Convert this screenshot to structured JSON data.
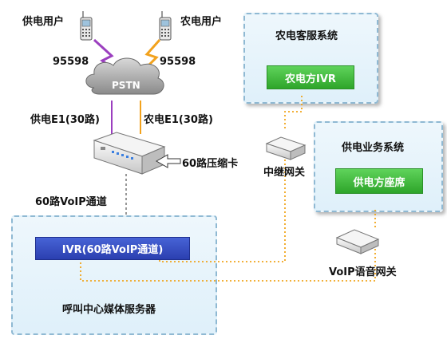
{
  "users": {
    "power_user": "供电用户",
    "agri_user": "农电用户",
    "power_number": "95598",
    "agri_number": "95598"
  },
  "pstn_label": "PSTN",
  "trunks": {
    "power_e1": "供电E1(30路)",
    "agri_e1": "农电E1(30路)"
  },
  "compression_card": "60路压缩卡",
  "voip_channel": "60路VoIP通道",
  "agri_system": {
    "title": "农电客服系统",
    "ivr_label": "农电方IVR"
  },
  "power_system": {
    "title": "供电业务系统",
    "seat_label": "供电方座席"
  },
  "trunk_gateway": "中继网关",
  "voip_gateway": "VoIP语音网关",
  "call_center": {
    "title": "呼叫中心媒体服务器",
    "ivr_label": "IVR(60路VoIP通道)"
  }
}
